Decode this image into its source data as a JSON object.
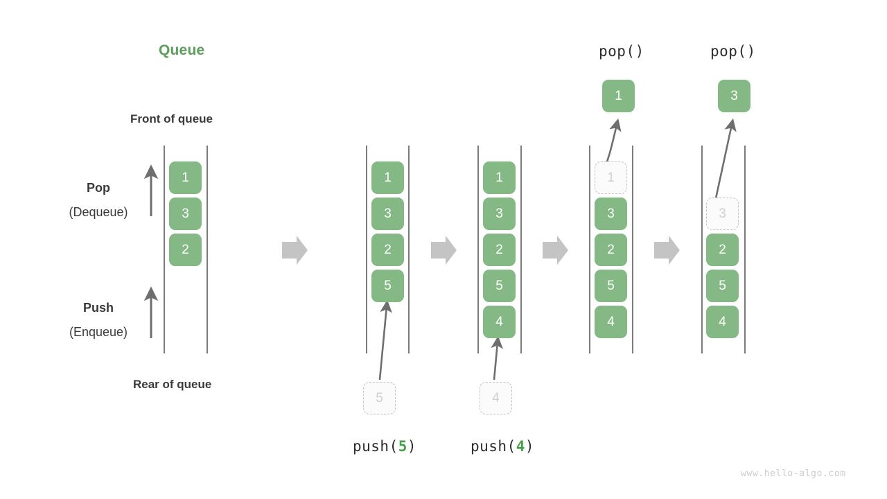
{
  "diagram": {
    "title": "Queue",
    "watermark": "www.hello-algo.com",
    "front_label": "Front of queue",
    "rear_label": "Rear of queue",
    "pop_label_main": "Pop",
    "pop_label_sub": "(Dequeue)",
    "push_label_main": "Push",
    "push_label_sub": "(Enqueue)",
    "colors": {
      "element": "#84b884",
      "title": "#5a9e5a",
      "accent_number": "#45a049",
      "rail": "#5b5b5b",
      "arrow": "#6e6e6e",
      "transition_arrow": "#c4c4c4",
      "ghost_border": "#c2c2c2",
      "ghost_text": "#cfcfcf",
      "text": "#3a3a3a",
      "watermark": "#cccccc"
    },
    "stages": [
      {
        "id": "stage-initial",
        "op_prefix": "",
        "op_number": "",
        "op_suffix": "",
        "cells": [
          "1",
          "3",
          "2"
        ],
        "ghost_index": -1,
        "input_ghost": "",
        "output_cell": ""
      },
      {
        "id": "stage-push-5",
        "op_prefix": "push(",
        "op_number": "5",
        "op_suffix": ")",
        "cells": [
          "1",
          "3",
          "2",
          "5"
        ],
        "ghost_index": -1,
        "input_ghost": "5",
        "output_cell": ""
      },
      {
        "id": "stage-push-4",
        "op_prefix": "push(",
        "op_number": "4",
        "op_suffix": ")",
        "cells": [
          "1",
          "3",
          "2",
          "5",
          "4"
        ],
        "ghost_index": -1,
        "input_ghost": "4",
        "output_cell": ""
      },
      {
        "id": "stage-pop-1",
        "op_prefix": "pop()",
        "op_number": "",
        "op_suffix": "",
        "cells": [
          "1",
          "3",
          "2",
          "5",
          "4"
        ],
        "ghost_index": 0,
        "input_ghost": "",
        "output_cell": "1"
      },
      {
        "id": "stage-pop-3",
        "op_prefix": "pop()",
        "op_number": "",
        "op_suffix": "",
        "cells": [
          "3",
          "2",
          "5",
          "4"
        ],
        "ghost_index": 0,
        "input_ghost": "",
        "output_cell": "3"
      }
    ]
  }
}
